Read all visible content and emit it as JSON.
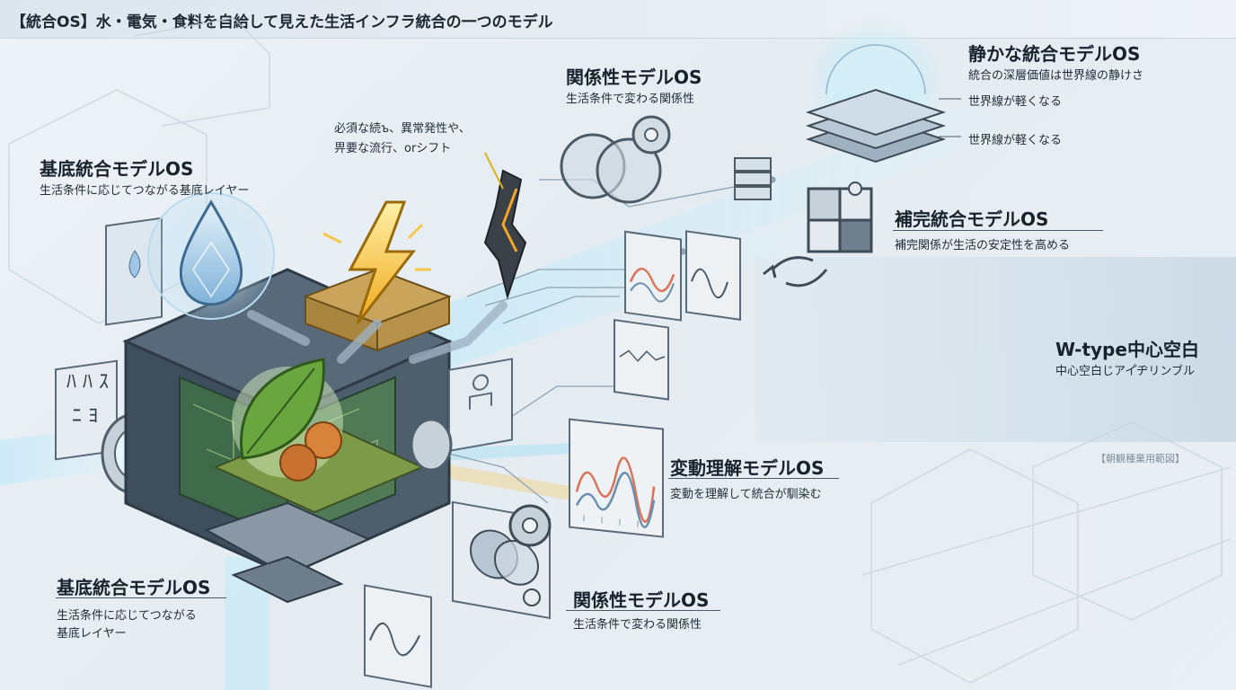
{
  "header": {
    "title": "【統合OS】水・電気・食料を自給して見えた生活インフラ統合の一つのモデル"
  },
  "labels": {
    "base_top": {
      "title": "基底統合モデルOS",
      "subtitle": "生活条件に応じてつながる基底レイヤー"
    },
    "base_bottom": {
      "title": "基底統合モデルOS",
      "subtitle_1": "生活条件に応じてつながる",
      "subtitle_2": "基底レイヤー"
    },
    "note": {
      "line_1": "必須な続ъ、異常発性や、",
      "line_2": "畀要な流行、orシフト"
    },
    "relation_top": {
      "title": "関係性モデルOS",
      "subtitle": "生活条件で変わる関係性"
    },
    "quiet": {
      "title": "静かな統合モデルOS",
      "subtitle": "統合の深層価値は世界線の静けさ",
      "layer_1": "世界線が軽くなる",
      "layer_2": "世界線が軽くなる"
    },
    "complement": {
      "title": "補完統合モデルOS",
      "subtitle": "補完関係が生活の安定性を高める"
    },
    "wtype": {
      "title": "W-type中心空白",
      "subtitle": "中心空白じアイ゚ヂリンブル"
    },
    "scope": {
      "text": "【朝観種棄用範図】"
    },
    "variation": {
      "title": "変動理解モデルOS",
      "subtitle": "変動を理解して統合が馴染む"
    },
    "relation_bottom": {
      "title": "関係性モデルOS",
      "subtitle": "生活条件で変わる関係性"
    }
  },
  "signs": {
    "line_1": "ﾊ ﾊ ｽ",
    "line_2": "ﾆ ﾖ"
  },
  "colors": {
    "water": "#9fc6e6",
    "energy": "#f2b51e",
    "leaf": "#6aa640",
    "beam": "#8fd3f2",
    "board": "#3f6b4a",
    "panel": "#d7e0e8"
  },
  "icons": [
    "water-drop-icon",
    "lightning-icon",
    "leaf-icon",
    "fruit-icon",
    "venn-icon",
    "gear-icon",
    "server-stack-icon",
    "puzzle-icon",
    "sun-icon",
    "layers-icon",
    "person-icon",
    "cycle-arrows-icon",
    "chart-panel-icon"
  ]
}
